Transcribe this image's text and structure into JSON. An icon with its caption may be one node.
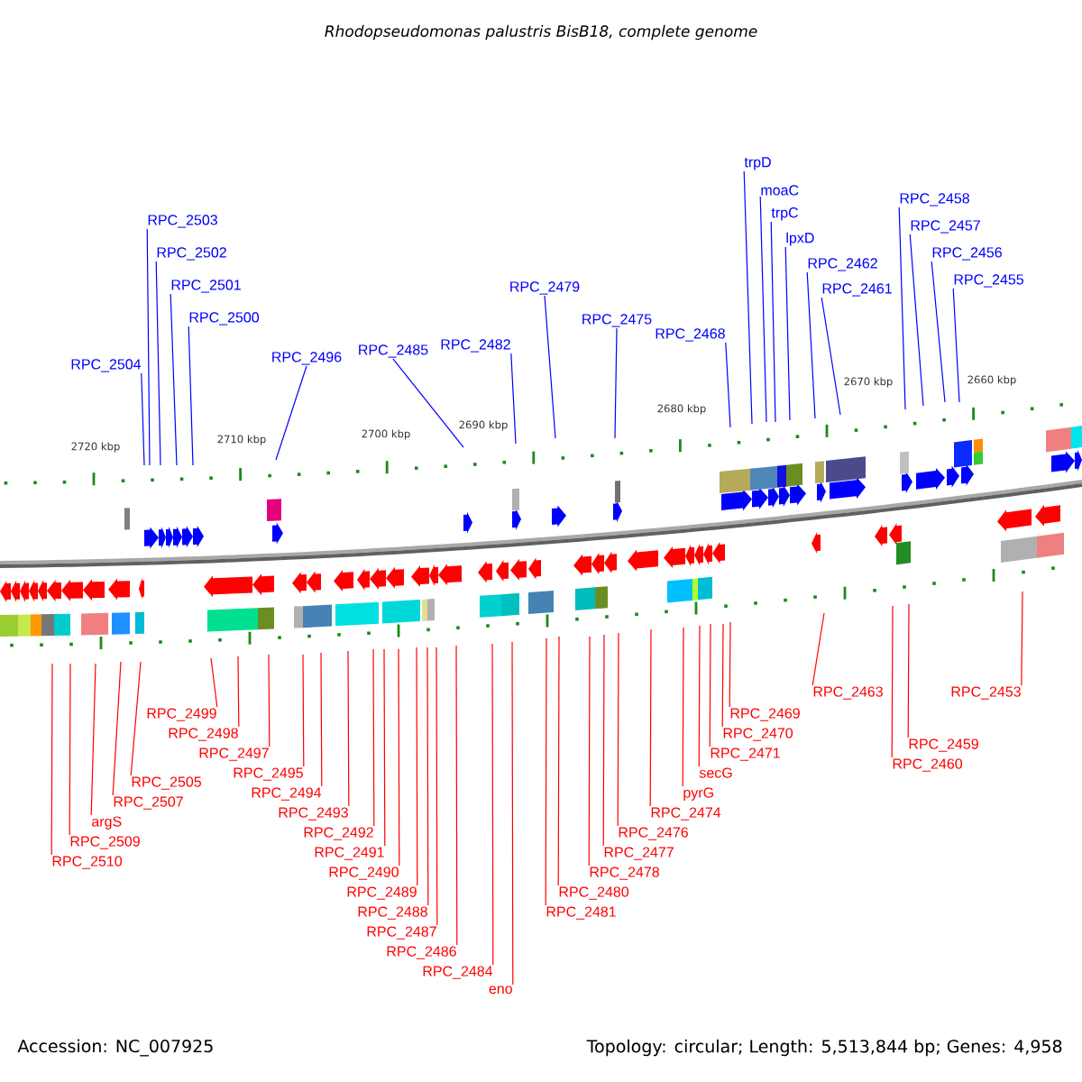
{
  "diagram": {
    "title": "Rhodopseudomonas palustris BisB18, complete genome",
    "nodes": [
      {
        "text": [
          "RPC_2504"
        ]
      },
      {
        "text": [
          "RPC_2503"
        ]
      },
      {
        "text": [
          "RPC_2502"
        ]
      },
      {
        "text": [
          "RPC_2501"
        ]
      },
      {
        "text": [
          "RPC_2500"
        ]
      },
      {
        "text": [
          "RPC_2496"
        ]
      },
      {
        "text": [
          "RPC_2485"
        ]
      },
      {
        "text": [
          "RPC_2482"
        ]
      },
      {
        "text": [
          "RPC_2479"
        ]
      },
      {
        "text": [
          "RPC_2475"
        ]
      },
      {
        "text": [
          "RPC_2468"
        ]
      },
      {
        "text": [
          "trpD"
        ]
      },
      {
        "text": [
          "moaC"
        ]
      },
      {
        "text": [
          "trpC"
        ]
      },
      {
        "text": [
          "lpxD"
        ]
      },
      {
        "text": [
          "RPC_2462"
        ]
      },
      {
        "text": [
          "RPC_2461"
        ]
      },
      {
        "text": [
          "RPC_2458"
        ]
      },
      {
        "text": [
          "RPC_2457"
        ]
      },
      {
        "text": [
          "RPC_2456"
        ]
      },
      {
        "text": [
          "RPC_2455"
        ]
      },
      {
        "text": [
          "RPC_2510"
        ]
      },
      {
        "text": [
          "RPC_2509"
        ]
      },
      {
        "text": [
          "argS"
        ]
      },
      {
        "text": [
          "RPC_2507"
        ]
      },
      {
        "text": [
          "RPC_2505"
        ]
      },
      {
        "text": [
          "RPC_2499"
        ]
      },
      {
        "text": [
          "RPC_2498"
        ]
      },
      {
        "text": [
          "RPC_2497"
        ]
      },
      {
        "text": [
          "RPC_2495"
        ]
      },
      {
        "text": [
          "RPC_2494"
        ]
      },
      {
        "text": [
          "RPC_2493"
        ]
      },
      {
        "text": [
          "RPC_2492"
        ]
      },
      {
        "text": [
          "RPC_2491"
        ]
      },
      {
        "text": [
          "RPC_2490"
        ]
      },
      {
        "text": [
          "RPC_2489"
        ]
      },
      {
        "text": [
          "RPC_2488"
        ]
      },
      {
        "text": [
          "RPC_2487"
        ]
      },
      {
        "text": [
          "RPC_2486"
        ]
      },
      {
        "text": [
          "RPC_2484"
        ]
      },
      {
        "text": [
          "eno"
        ]
      },
      {
        "text": [
          "RPC_2481"
        ]
      },
      {
        "text": [
          "RPC_2480"
        ]
      },
      {
        "text": [
          "RPC_2478"
        ]
      },
      {
        "text": [
          "RPC_2477"
        ]
      },
      {
        "text": [
          "RPC_2476"
        ]
      },
      {
        "text": [
          "RPC_2474"
        ]
      },
      {
        "text": [
          "pyrG"
        ]
      },
      {
        "text": [
          "secG"
        ]
      },
      {
        "text": [
          "RPC_2471"
        ]
      },
      {
        "text": [
          "RPC_2470"
        ]
      },
      {
        "text": [
          "RPC_2469"
        ]
      },
      {
        "text": [
          "RPC_2463"
        ]
      },
      {
        "text": [
          "RPC_2460"
        ]
      },
      {
        "text": [
          "RPC_2459"
        ]
      },
      {
        "text": [
          "RPC_2453"
        ]
      }
    ],
    "edges": [
      {
        "from": 0,
        "to": null,
        "arrow": "none",
        "color": "#0000ff"
      },
      {
        "from": 1,
        "to": null,
        "arrow": "none",
        "color": "#0000ff"
      },
      {
        "from": 2,
        "to": null,
        "arrow": "none",
        "color": "#0000ff"
      },
      {
        "from": 3,
        "to": null,
        "arrow": "none",
        "color": "#0000ff"
      },
      {
        "from": 4,
        "to": null,
        "arrow": "none",
        "color": "#0000ff"
      },
      {
        "from": 5,
        "to": null,
        "arrow": "none",
        "color": "#0000ff"
      },
      {
        "from": 6,
        "to": null,
        "arrow": "none",
        "color": "#0000ff"
      },
      {
        "from": 7,
        "to": null,
        "arrow": "none",
        "color": "#0000ff"
      },
      {
        "from": 8,
        "to": null,
        "arrow": "none",
        "color": "#0000ff"
      },
      {
        "from": 9,
        "to": null,
        "arrow": "none",
        "color": "#0000ff"
      },
      {
        "from": 10,
        "to": null,
        "arrow": "none",
        "color": "#0000ff"
      },
      {
        "from": 11,
        "to": null,
        "arrow": "none",
        "color": "#0000ff"
      },
      {
        "from": 12,
        "to": null,
        "arrow": "none",
        "color": "#0000ff"
      },
      {
        "from": 13,
        "to": null,
        "arrow": "none",
        "color": "#0000ff"
      },
      {
        "from": 14,
        "to": null,
        "arrow": "none",
        "color": "#0000ff"
      },
      {
        "from": 15,
        "to": null,
        "arrow": "none",
        "color": "#0000ff"
      },
      {
        "from": 16,
        "to": null,
        "arrow": "none",
        "color": "#0000ff"
      },
      {
        "from": 17,
        "to": null,
        "arrow": "none",
        "color": "#0000ff"
      },
      {
        "from": 18,
        "to": null,
        "arrow": "none",
        "color": "#0000ff"
      },
      {
        "from": 19,
        "to": null,
        "arrow": "none",
        "color": "#0000ff"
      },
      {
        "from": 20,
        "to": null,
        "arrow": "none",
        "color": "#0000ff"
      },
      {
        "from": 21,
        "to": null,
        "arrow": "none"
      },
      {
        "from": 22,
        "to": null,
        "arrow": "none"
      },
      {
        "from": 23,
        "to": null,
        "arrow": "none"
      },
      {
        "from": 24,
        "to": null,
        "arrow": "none"
      },
      {
        "from": 25,
        "to": null,
        "arrow": "none"
      },
      {
        "from": 26,
        "to": null,
        "arrow": "none"
      },
      {
        "from": 27,
        "to": null,
        "arrow": "none"
      },
      {
        "from": 28,
        "to": null,
        "arrow": "none"
      },
      {
        "from": 29,
        "to": null,
        "arrow": "none"
      },
      {
        "from": 30,
        "to": null,
        "arrow": "none"
      },
      {
        "from": 31,
        "to": null,
        "arrow": "none"
      },
      {
        "from": 32,
        "to": null,
        "arrow": "none"
      },
      {
        "from": 33,
        "to": null,
        "arrow": "none"
      },
      {
        "from": 34,
        "to": null,
        "arrow": "none"
      },
      {
        "from": 35,
        "to": null,
        "arrow": "none"
      },
      {
        "from": 36,
        "to": null,
        "arrow": "none"
      },
      {
        "from": 37,
        "to": null,
        "arrow": "none"
      },
      {
        "from": 38,
        "to": null,
        "arrow": "none"
      },
      {
        "from": 39,
        "to": null,
        "arrow": "none"
      },
      {
        "from": 40,
        "to": null,
        "arrow": "none"
      },
      {
        "from": 41,
        "to": null,
        "arrow": "none"
      },
      {
        "from": 42,
        "to": null,
        "arrow": "none"
      },
      {
        "from": 43,
        "to": null,
        "arrow": "none"
      },
      {
        "from": 44,
        "to": null,
        "arrow": "none"
      },
      {
        "from": 45,
        "to": null,
        "arrow": "none"
      },
      {
        "from": 46,
        "to": null,
        "arrow": "none"
      },
      {
        "from": 47,
        "to": null,
        "arrow": "none"
      },
      {
        "from": 48,
        "to": null,
        "arrow": "none"
      },
      {
        "from": 49,
        "to": null,
        "arrow": "none"
      },
      {
        "from": 50,
        "to": null,
        "arrow": "none"
      },
      {
        "from": 51,
        "to": null,
        "arrow": "none"
      },
      {
        "from": 52,
        "to": null,
        "arrow": "none"
      },
      {
        "from": 53,
        "to": null,
        "arrow": "none"
      },
      {
        "from": 54,
        "to": null,
        "arrow": "none"
      },
      {
        "from": 55,
        "to": null,
        "arrow": "none"
      }
    ],
    "labels": [
      "2720 kbp",
      "2710 kbp",
      "2700 kbp",
      "2690 kbp",
      "2680 kbp",
      "2670 kbp",
      "2660 kbp",
      "Accession: NC_007925",
      "Topology: circular; Length: 5,513,844 bp; Genes: 4,958"
    ]
  }
}
